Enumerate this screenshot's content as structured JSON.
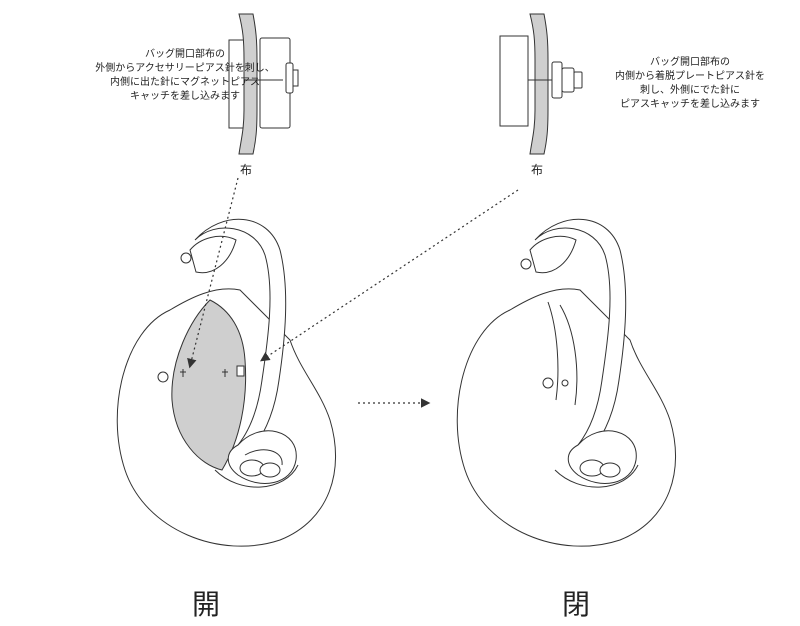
{
  "notes": {
    "left": [
      "バッグ開口部布の",
      "外側からアクセサリーピアス針を刺し、",
      "内側に出た針にマグネットピアス",
      "キャッチを差し込みます"
    ],
    "right": [
      "バッグ開口部布の",
      "内側から着脱プレートピアス針を",
      "刺し、外側にでた針に",
      "ピアスキャッチを差し込みます"
    ]
  },
  "labels": {
    "cloth_left": "布",
    "cloth_right": "布",
    "open": "開",
    "closed": "閉"
  },
  "colors": {
    "line": "#333333",
    "fabric_fill": "#cfcfcf",
    "white": "#ffffff"
  }
}
